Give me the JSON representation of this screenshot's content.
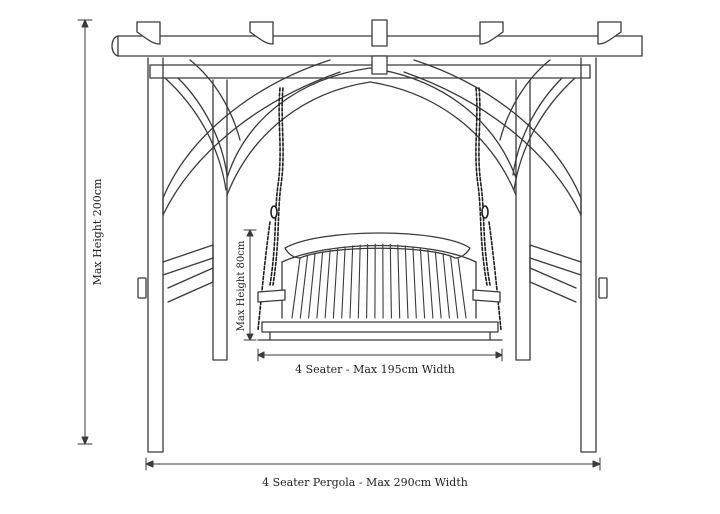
{
  "dimensions": {
    "seater_width": "4 Seater - Max 195cm Width",
    "seat_height": "Max Height 80cm",
    "pergola_width": "4 Seater Pergola - Max 290cm Width",
    "pergola_height": "Max Height 200cm"
  },
  "colors": {
    "line": "#3a3a3a",
    "chain": "#1e1e1e",
    "background": "#ffffff"
  }
}
